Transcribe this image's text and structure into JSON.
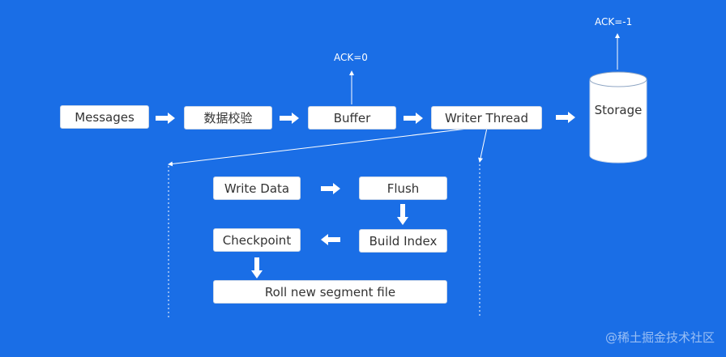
{
  "colors": {
    "background": "#1a6ee6",
    "box_fill": "#ffffff",
    "text": "#333333",
    "arrow": "#ffffff"
  },
  "pipeline": {
    "messages": "Messages",
    "validate": "数据校验",
    "buffer": "Buffer",
    "writer_thread": "Writer Thread",
    "storage": "Storage"
  },
  "ack": {
    "buffer": "ACK=0",
    "storage": "ACK=-1"
  },
  "writer_steps": {
    "write_data": "Write Data",
    "flush": "Flush",
    "build_index": "Build Index",
    "checkpoint": "Checkpoint",
    "roll_segment": "Roll new segment file"
  },
  "watermark": "@稀土掘金技术社区"
}
